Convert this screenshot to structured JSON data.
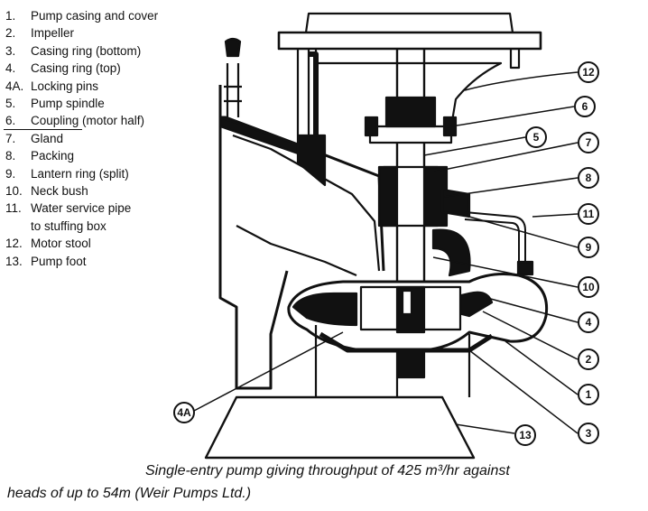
{
  "legend": {
    "items": [
      {
        "num": "1.",
        "label": "Pump casing and cover"
      },
      {
        "num": "2.",
        "label": "Impeller"
      },
      {
        "num": "3.",
        "label": "Casing ring (bottom)"
      },
      {
        "num": "4.",
        "label": "Casing ring (top)"
      },
      {
        "num": "4A.",
        "label": "Locking pins"
      },
      {
        "num": "5.",
        "label": "Pump spindle"
      },
      {
        "num": "6.",
        "label": "Coupling (motor half)"
      },
      {
        "num": "7.",
        "label": "Gland"
      },
      {
        "num": "8.",
        "label": "Packing"
      },
      {
        "num": "9.",
        "label": "Lantern ring (split)"
      },
      {
        "num": "10.",
        "label": "Neck bush"
      },
      {
        "num": "11.",
        "label": "Water service pipe"
      },
      {
        "num": "",
        "label": "to stuffing box"
      },
      {
        "num": "12.",
        "label": "Motor stool"
      },
      {
        "num": "13.",
        "label": "Pump foot"
      }
    ]
  },
  "callouts": {
    "c12": "12",
    "c6": "6",
    "c5": "5",
    "c7": "7",
    "c8": "8",
    "c11": "11",
    "c9": "9",
    "c10": "10",
    "c4": "4",
    "c2": "2",
    "c1": "1",
    "c3": "3",
    "c13": "13",
    "c4a": "4A"
  },
  "caption": {
    "line1": "Single-entry pump giving throughput of 425 m³/hr against",
    "line2": "heads of up to 54m (Weir Pumps Ltd.)"
  },
  "colors": {
    "ink": "#111111",
    "paper": "#ffffff",
    "shade": "#e8e8e8"
  }
}
